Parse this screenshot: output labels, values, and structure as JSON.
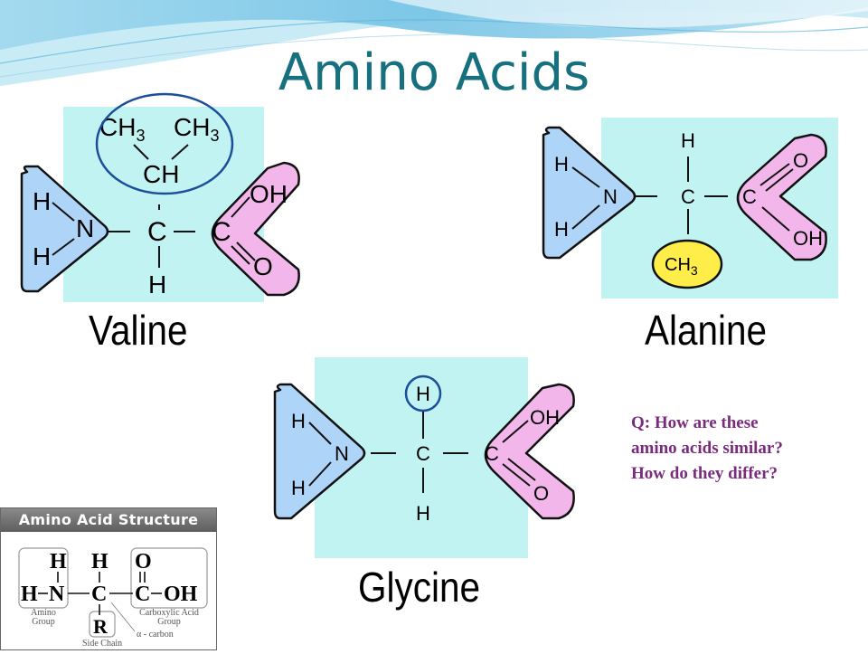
{
  "slide": {
    "title": "Amino Acids",
    "question_lines": [
      "Q: How are these",
      "amino acids similar?",
      "How do they differ?"
    ]
  },
  "molecules": {
    "valine": {
      "name": "Valine",
      "atoms": {
        "n": "N",
        "h_top": "H",
        "h_bottom": "H",
        "c": "C",
        "h_alpha": "H",
        "c_acid": "C",
        "oh": "OH",
        "o": "O"
      },
      "side_chain": {
        "ch3_left": "CH",
        "ch3_right": "CH",
        "sub": "3",
        "ch": "CH"
      }
    },
    "alanine": {
      "name": "Alanine",
      "atoms": {
        "n": "N",
        "h_top": "H",
        "h_bottom": "H",
        "c": "C",
        "h_alpha": "H",
        "c_acid": "C",
        "o": "O",
        "oh": "OH"
      },
      "side_chain": {
        "ch3": "CH",
        "sub": "3"
      }
    },
    "glycine": {
      "name": "Glycine",
      "atoms": {
        "n": "N",
        "h_top": "H",
        "h_bottom": "H",
        "c": "C",
        "h_side": "H",
        "h_alpha": "H",
        "c_acid": "C",
        "oh": "OH",
        "o": "O"
      }
    }
  },
  "legend": {
    "title": "Amino Acid Structure",
    "atoms": {
      "h1": "H",
      "h2": "H",
      "o": "O",
      "h_n": "H",
      "n": "N",
      "c_alpha": "C",
      "c_acid": "C",
      "oh": "OH",
      "r": "R"
    },
    "labels": {
      "amino": "Amino",
      "group": "Group",
      "carboxylic": "Carboxylic Acid",
      "acid_group": "Group",
      "side_chain": "Side Chain",
      "alpha_carbon": "α - carbon"
    }
  },
  "colors": {
    "title": "#17707e",
    "question": "#7a2b7e",
    "cyan_panel": "#c2f3f3",
    "amino_blue": "#aed4f7",
    "acid_pink": "#f3b6ea",
    "side_yellow": "#ffee4a",
    "circle_blue": "#1b4f9a"
  }
}
